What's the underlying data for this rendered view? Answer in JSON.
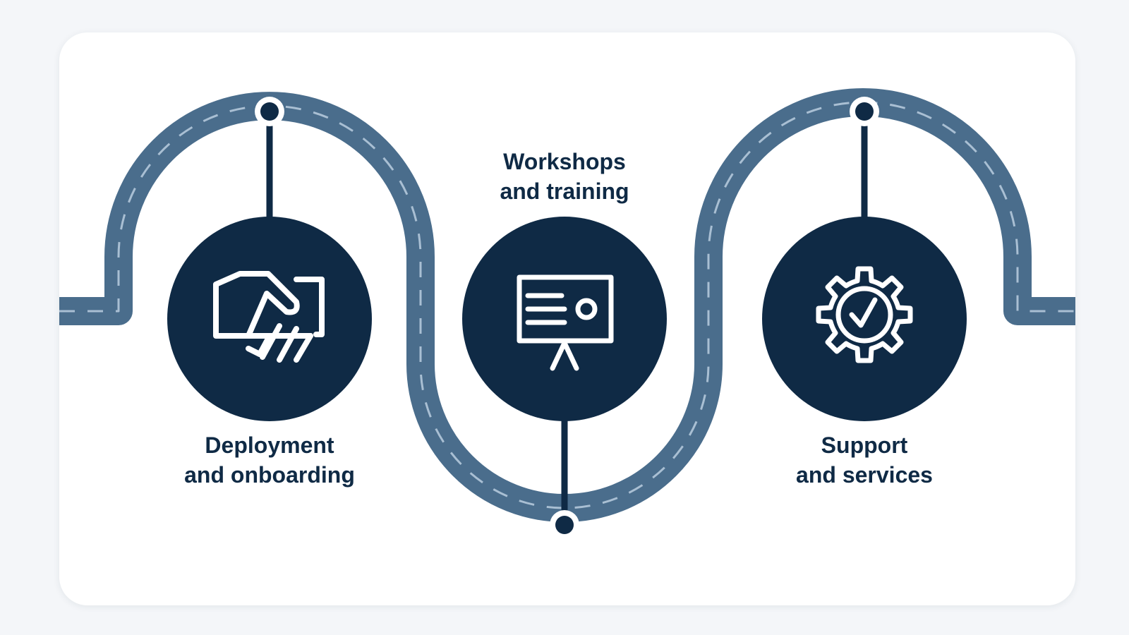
{
  "steps": [
    {
      "line1": "Deployment",
      "line2": "and onboarding",
      "icon": "handshake-icon"
    },
    {
      "line1": "Workshops",
      "line2": "and training",
      "icon": "presentation-board-icon"
    },
    {
      "line1": "Support",
      "line2": "and services",
      "icon": "gear-check-icon"
    }
  ],
  "colors": {
    "road": "#4a6d8c",
    "road_dash": "#a9bfd3",
    "circle": "#0f2a45",
    "icon": "#ffffff",
    "text": "#0f2a45"
  }
}
